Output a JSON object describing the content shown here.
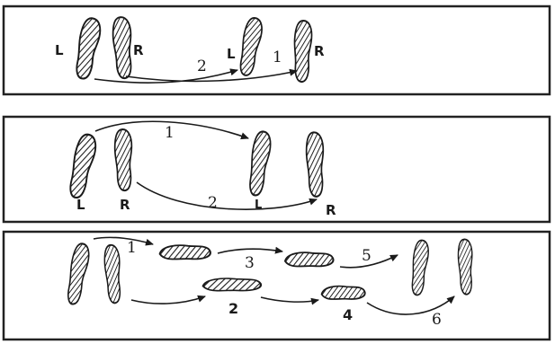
{
  "colors": {
    "ink": "#1a1a1a",
    "paper": "#ffffff",
    "line": "#222222"
  },
  "panels": [
    {
      "foot_labels": {
        "left_1": "L",
        "right_1": "R",
        "left_2": "L",
        "right_2": "R"
      },
      "steps": [
        "2",
        "1"
      ]
    },
    {
      "foot_labels": {
        "left_1": "L",
        "right_1": "R",
        "left_2": "L",
        "right_2": "R"
      },
      "steps": [
        "1",
        "2"
      ]
    },
    {
      "steps": [
        "1",
        "2",
        "3",
        "4",
        "5",
        "6"
      ]
    }
  ]
}
